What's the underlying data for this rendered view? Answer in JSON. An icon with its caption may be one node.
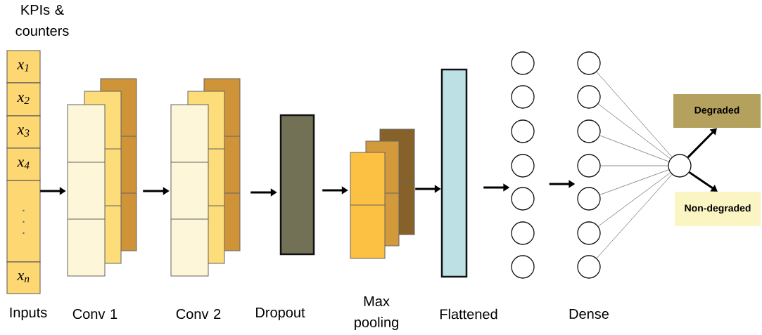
{
  "diagram": {
    "nodes": [
      {
        "text": [
          "x$_{1}$",
          "x$_{2}$",
          "x$_{3}$",
          "x$_{4}$",
          "x$_{n}$"
        ],
        "beside": [
          "KPIs & counters",
          "Inputs"
        ]
      },
      {
        "text": [],
        "shape": "box",
        "beside": [
          "Conv 1"
        ]
      },
      {
        "text": [],
        "shape": "box",
        "beside": [
          "Conv 2"
        ]
      },
      {
        "text": [],
        "shape": "box",
        "beside": [
          "Dropout"
        ]
      },
      {
        "text": [],
        "shape": "box",
        "beside": [
          "Max pooling"
        ]
      },
      {
        "text": [],
        "shape": "bar",
        "beside": [
          "Flattened"
        ]
      },
      {
        "text": [],
        "shape": "circle"
      },
      {
        "text": [],
        "shape": "circle"
      },
      {
        "text": [],
        "shape": "circle"
      },
      {
        "text": [],
        "shape": "circle"
      },
      {
        "text": [],
        "shape": "circle"
      },
      {
        "text": [],
        "shape": "circle"
      },
      {
        "text": [],
        "shape": "circle"
      },
      {
        "text": [],
        "shape": "circle"
      },
      {
        "text": [],
        "shape": "circle"
      },
      {
        "text": [],
        "shape": "circle"
      },
      {
        "text": [],
        "shape": "circle"
      },
      {
        "text": [],
        "shape": "circle"
      },
      {
        "text": [],
        "shape": "circle"
      },
      {
        "text": [],
        "shape": "circle"
      },
      {
        "text": [],
        "shape": "circle"
      },
      {
        "text": [
          "Degraded"
        ]
      },
      {
        "text": [
          "Non-degraded"
        ]
      }
    ],
    "edges": [
      {
        "from": 0,
        "to": 1,
        "arrow": "to"
      },
      {
        "from": 1,
        "to": 2,
        "arrow": "to"
      },
      {
        "from": 2,
        "to": 3,
        "arrow": "to"
      },
      {
        "from": 3,
        "to": 4,
        "arrow": "to"
      },
      {
        "from": 4,
        "to": 5,
        "arrow": "to"
      },
      {
        "from": 5,
        "to": 10,
        "arrow": "to"
      },
      {
        "from": 10,
        "to": 17,
        "arrow": "to"
      },
      {
        "from": 13,
        "to": 20,
        "arrow": "none"
      },
      {
        "from": 14,
        "to": 20,
        "arrow": "none"
      },
      {
        "from": 15,
        "to": 20,
        "arrow": "none"
      },
      {
        "from": 16,
        "to": 20,
        "arrow": "none"
      },
      {
        "from": 17,
        "to": 20,
        "arrow": "none"
      },
      {
        "from": 18,
        "to": 20,
        "arrow": "none"
      },
      {
        "from": 19,
        "to": 20,
        "arrow": "none"
      },
      {
        "from": 20,
        "to": 21,
        "arrow": "to"
      },
      {
        "from": 20,
        "to": 22,
        "arrow": "to"
      }
    ],
    "labels": [
      "Dense"
    ]
  }
}
